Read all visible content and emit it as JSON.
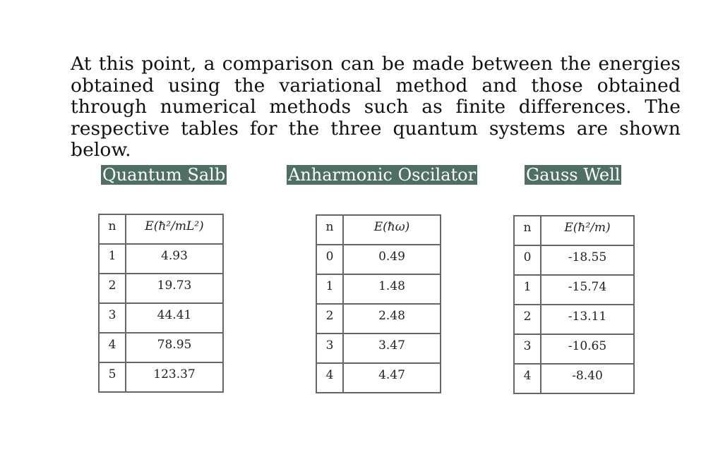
{
  "paragraph": "At this point, a comparison can be made between the energies obtained using the variational method and those obtained through numerical methods such as finite differences. The respective tables for the three quantum systems are shown below.",
  "sections": [
    {
      "title": "Quantum Salb",
      "headers": [
        "n",
        "E(ħ²/mL²)"
      ],
      "rows": [
        [
          "1",
          "4.93"
        ],
        [
          "2",
          "19.73"
        ],
        [
          "3",
          "44.41"
        ],
        [
          "4",
          "78.95"
        ],
        [
          "5",
          "123.37"
        ]
      ]
    },
    {
      "title": "Anharmonic Oscilator",
      "headers": [
        "n",
        "E(ħω)"
      ],
      "rows": [
        [
          "0",
          "0.49"
        ],
        [
          "1",
          "1.48"
        ],
        [
          "2",
          "2.48"
        ],
        [
          "3",
          "3.47"
        ],
        [
          "4",
          "4.47"
        ]
      ]
    },
    {
      "title": "Gauss Well",
      "headers": [
        "n",
        "E(ħ²/m)"
      ],
      "rows": [
        [
          "0",
          "-18.55"
        ],
        [
          "1",
          "-15.74"
        ],
        [
          "2",
          "-13.11"
        ],
        [
          "3",
          "-10.65"
        ],
        [
          "4",
          "-8.40"
        ]
      ]
    }
  ]
}
